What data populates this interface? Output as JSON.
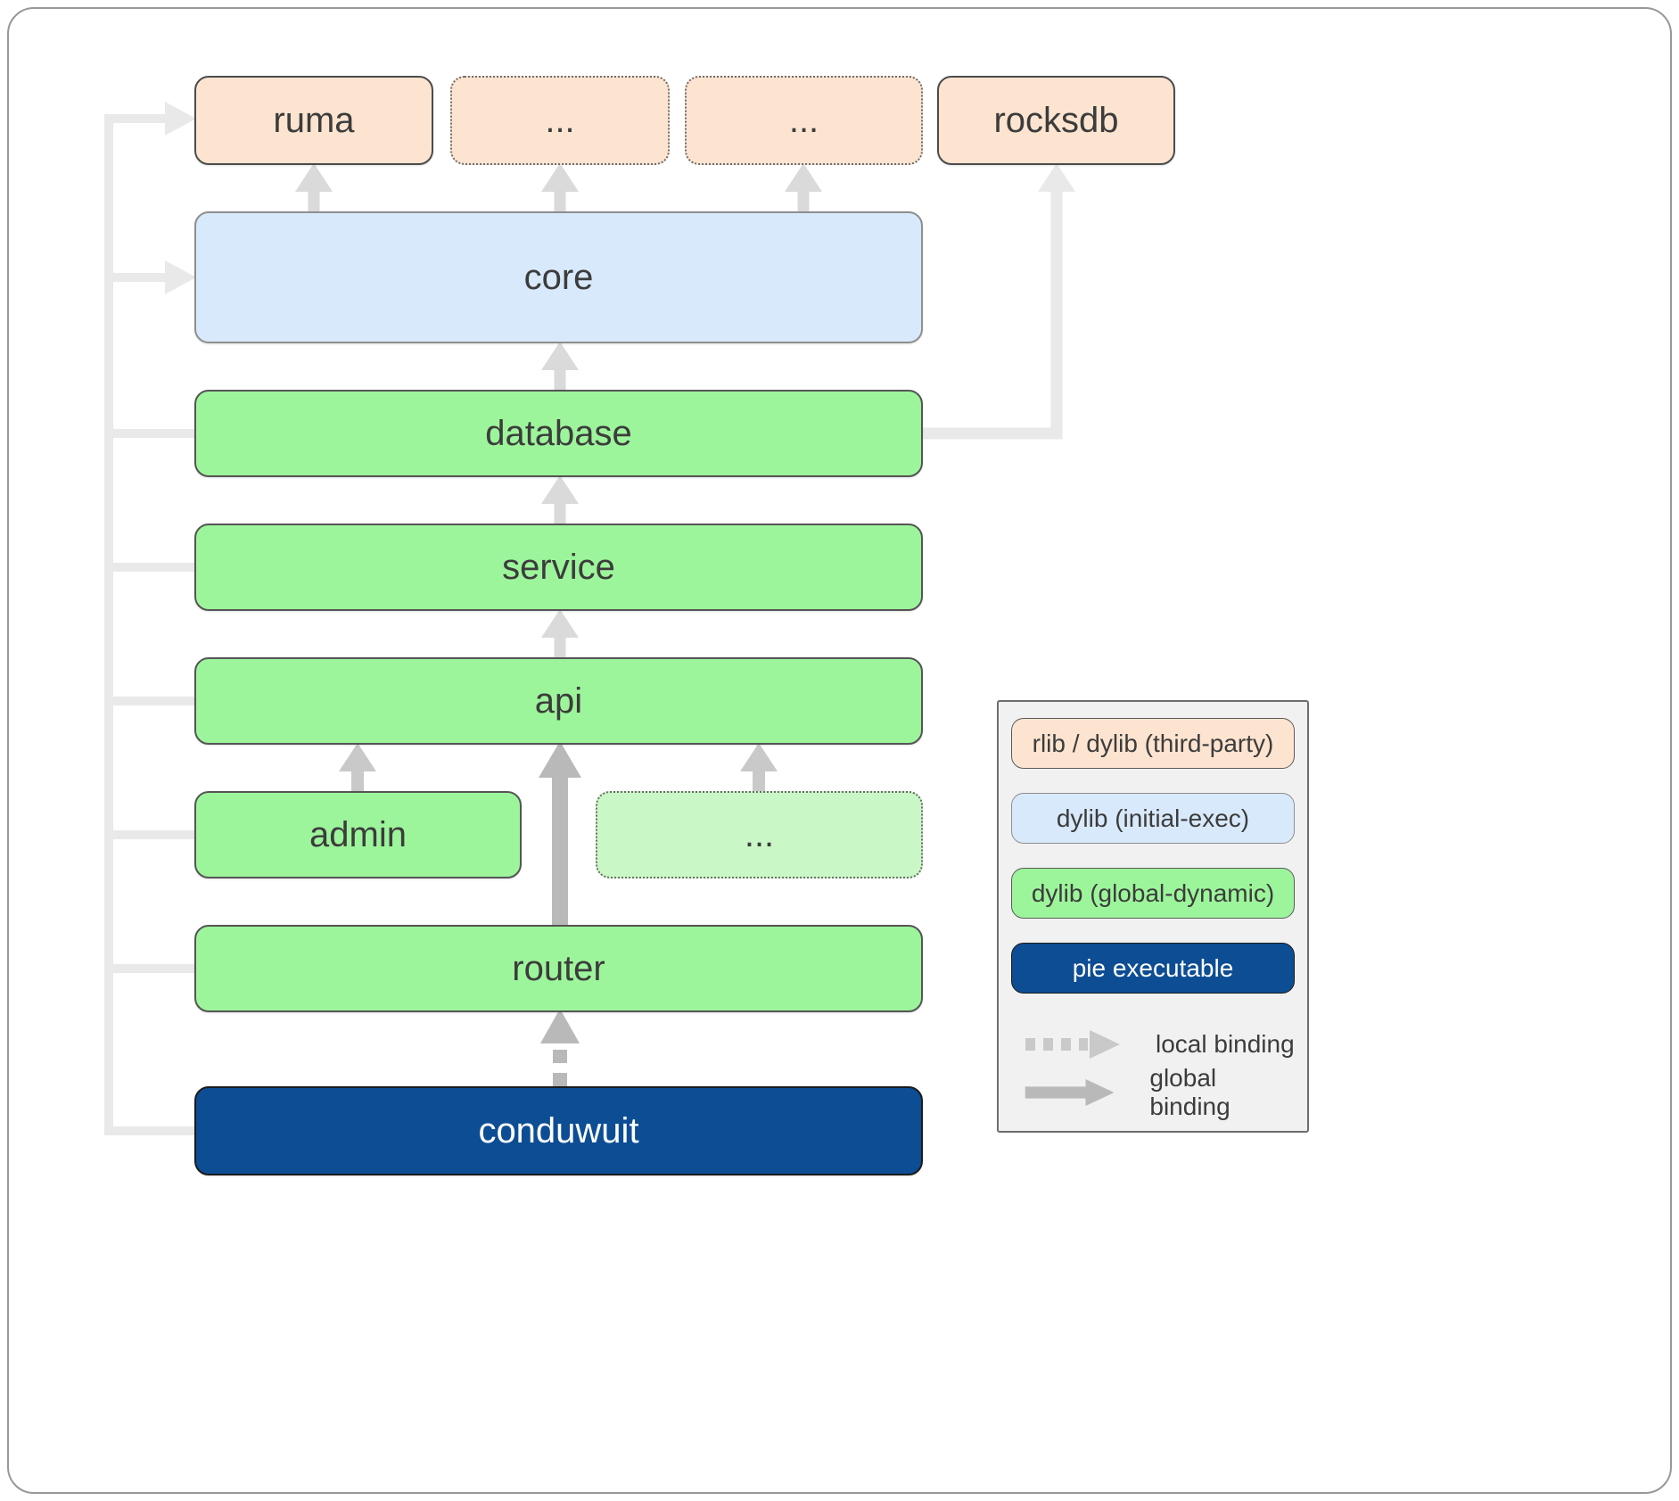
{
  "diagram": {
    "nodes": {
      "ruma": {
        "label": "ruma"
      },
      "dots_top_1": {
        "label": "..."
      },
      "dots_top_2": {
        "label": "..."
      },
      "rocksdb": {
        "label": "rocksdb"
      },
      "core": {
        "label": "core"
      },
      "database": {
        "label": "database"
      },
      "service": {
        "label": "service"
      },
      "api": {
        "label": "api"
      },
      "admin": {
        "label": "admin"
      },
      "dots_mid": {
        "label": "..."
      },
      "router": {
        "label": "router"
      },
      "conduwuit": {
        "label": "conduwuit"
      }
    },
    "legend": {
      "items": [
        {
          "label": "rlib / dylib (third-party)",
          "type": "third-party"
        },
        {
          "label": "dylib (initial-exec)",
          "type": "initial-exec"
        },
        {
          "label": "dylib (global-dynamic)",
          "type": "global-dynamic"
        },
        {
          "label": "pie executable",
          "type": "pie-executable"
        }
      ],
      "bindings": [
        {
          "label": "local binding",
          "style": "dashed"
        },
        {
          "label": "global binding",
          "style": "solid"
        }
      ]
    },
    "colors": {
      "third_party_fill": "#fce4d0",
      "initial_exec_fill": "#d8e9fb",
      "global_dynamic_fill": "#9df59b",
      "global_dynamic_light_fill": "#c9f7c5",
      "pie_executable_fill": "#0d4d94",
      "legend_bg": "#f1f1f1",
      "arrow_xlight": "#e9e9e9",
      "arrow_light": "#dadada",
      "arrow_mid": "#c9c9c9",
      "arrow_dark": "#b9b9b9",
      "label_text": "#3c3c3c"
    }
  }
}
